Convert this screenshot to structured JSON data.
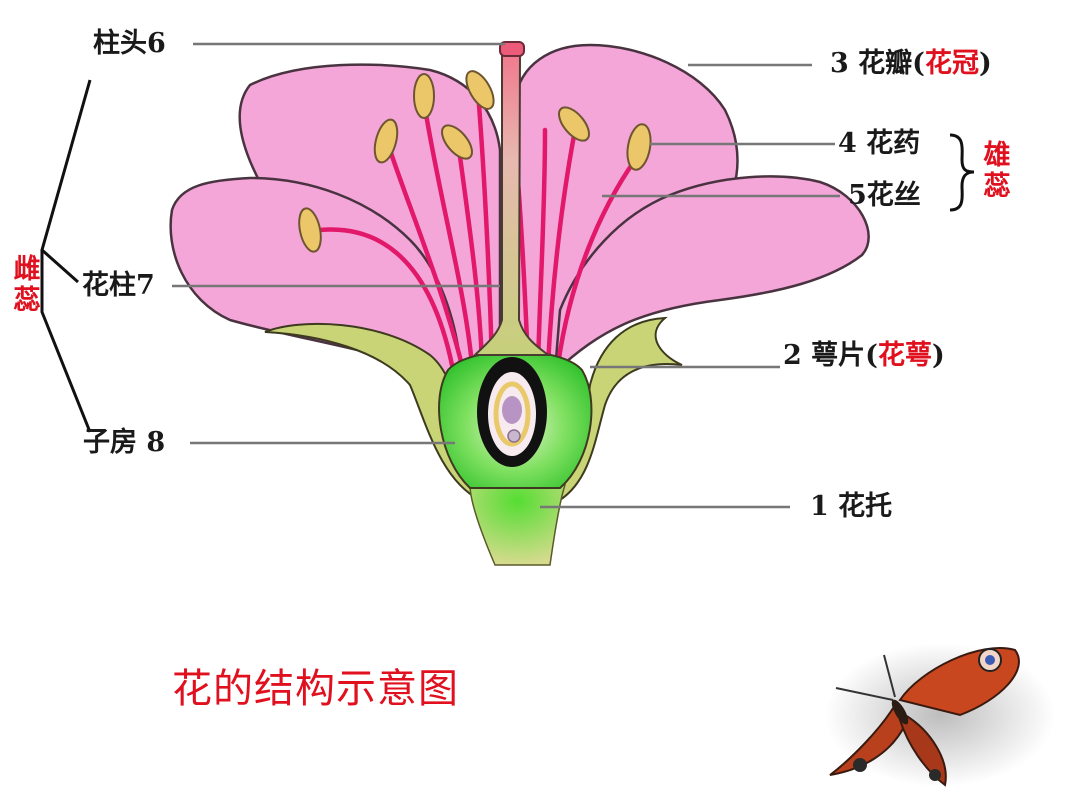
{
  "labels": {
    "stigma": "柱头6",
    "style": "花柱7",
    "ovary": "子房 8",
    "petal_prefix": "3 花瓣(",
    "petal_term": "花冠",
    "petal_suffix": ")",
    "anther": "4 花药",
    "filament": "5花丝",
    "sepal_prefix": "2 萼片(",
    "sepal_term": "花萼",
    "sepal_suffix": ")",
    "receptacle": "1  花托"
  },
  "groups": {
    "pistil": [
      "雌",
      "蕊"
    ],
    "stamen": [
      "雄",
      "蕊"
    ]
  },
  "caption": "花的结构示意图",
  "colors": {
    "petal": "#f4a6d8",
    "petal_outline": "#4a3340",
    "filament": "#e2186a",
    "anther": "#ecc76a",
    "sepal": "#c9d477",
    "ovary_green": "#46d13a",
    "label_red": "#e0101e",
    "leader_line": "#777777"
  },
  "icons": [
    "butterfly-image"
  ]
}
